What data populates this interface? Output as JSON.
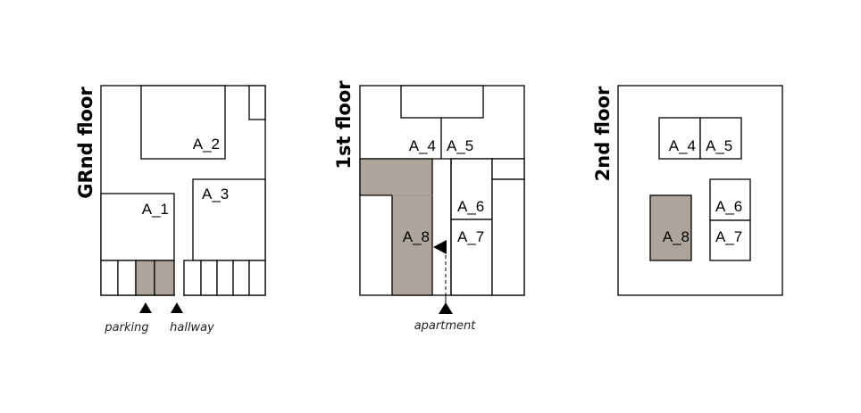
{
  "floors": {
    "ground": {
      "title": "GRnd floor",
      "rooms": {
        "a1": "A_1",
        "a2": "A_2",
        "a3": "A_3"
      },
      "captions": {
        "parking": "parking",
        "hallway": "hallway"
      }
    },
    "first": {
      "title": "1st floor",
      "rooms": {
        "a4": "A_4",
        "a5": "A_5",
        "a6": "A_6",
        "a7": "A_7",
        "a8": "A_8"
      },
      "captions": {
        "apartment": "apartment"
      }
    },
    "second": {
      "title": "2nd floor",
      "rooms": {
        "a4": "A_4",
        "a5": "A_5",
        "a6": "A_6",
        "a7": "A_7",
        "a8": "A_8"
      }
    }
  },
  "colors": {
    "highlight": "#ada59b",
    "line": "#000000"
  }
}
